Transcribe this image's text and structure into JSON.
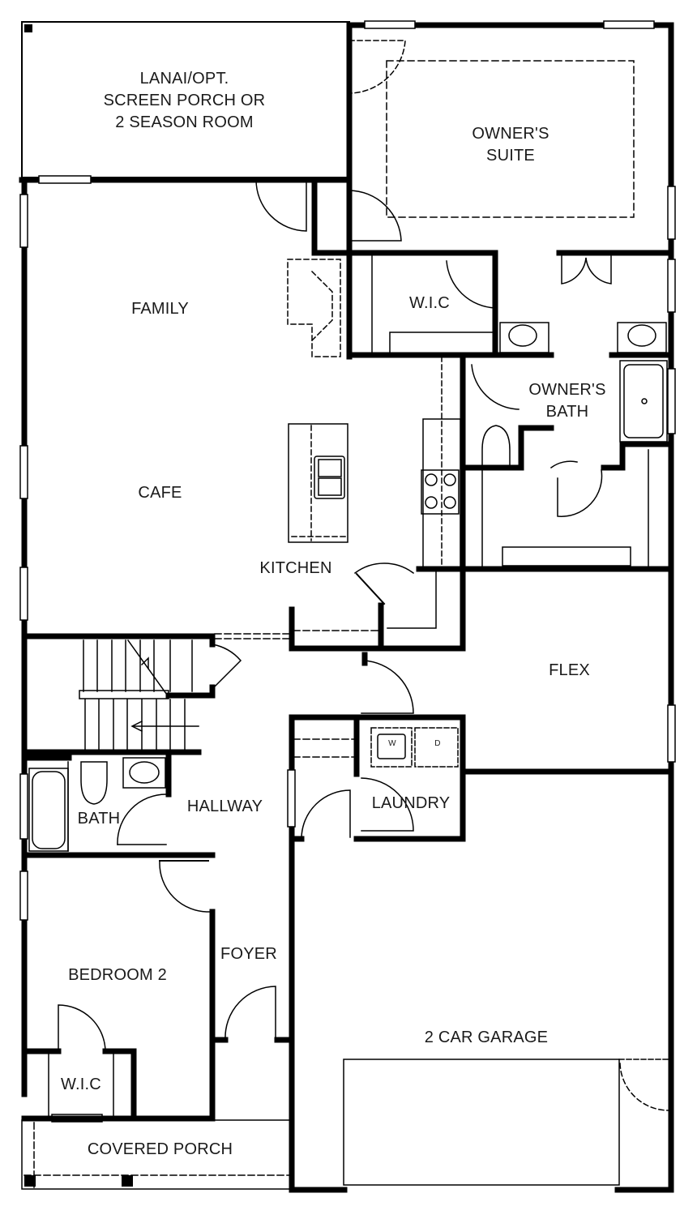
{
  "plan": {
    "colors": {
      "wall": "#000000",
      "line": "#222222",
      "background": "#ffffff",
      "text": "#1a1a1a"
    },
    "rooms": {
      "lanai": {
        "line1": "LANAI/OPT.",
        "line2": "SCREEN PORCH OR",
        "line3": "2 SEASON ROOM"
      },
      "owners_suite": {
        "line1": "OWNER'S",
        "line2": "SUITE"
      },
      "family": "FAMILY",
      "wic_owner": "W.I.C",
      "owners_bath": {
        "line1": "OWNER'S",
        "line2": "BATH"
      },
      "cafe": "CAFE",
      "kitchen": "KITCHEN",
      "flex": "FLEX",
      "laundry": "LAUNDRY",
      "bath": "BATH",
      "hallway": "HALLWAY",
      "foyer": "FOYER",
      "bedroom2": "BEDROOM 2",
      "wic_bed2": "W.I.C",
      "garage": "2 CAR GARAGE",
      "covered_porch": "COVERED PORCH"
    },
    "fixtures": {
      "washer": "W",
      "dryer": "D"
    }
  }
}
